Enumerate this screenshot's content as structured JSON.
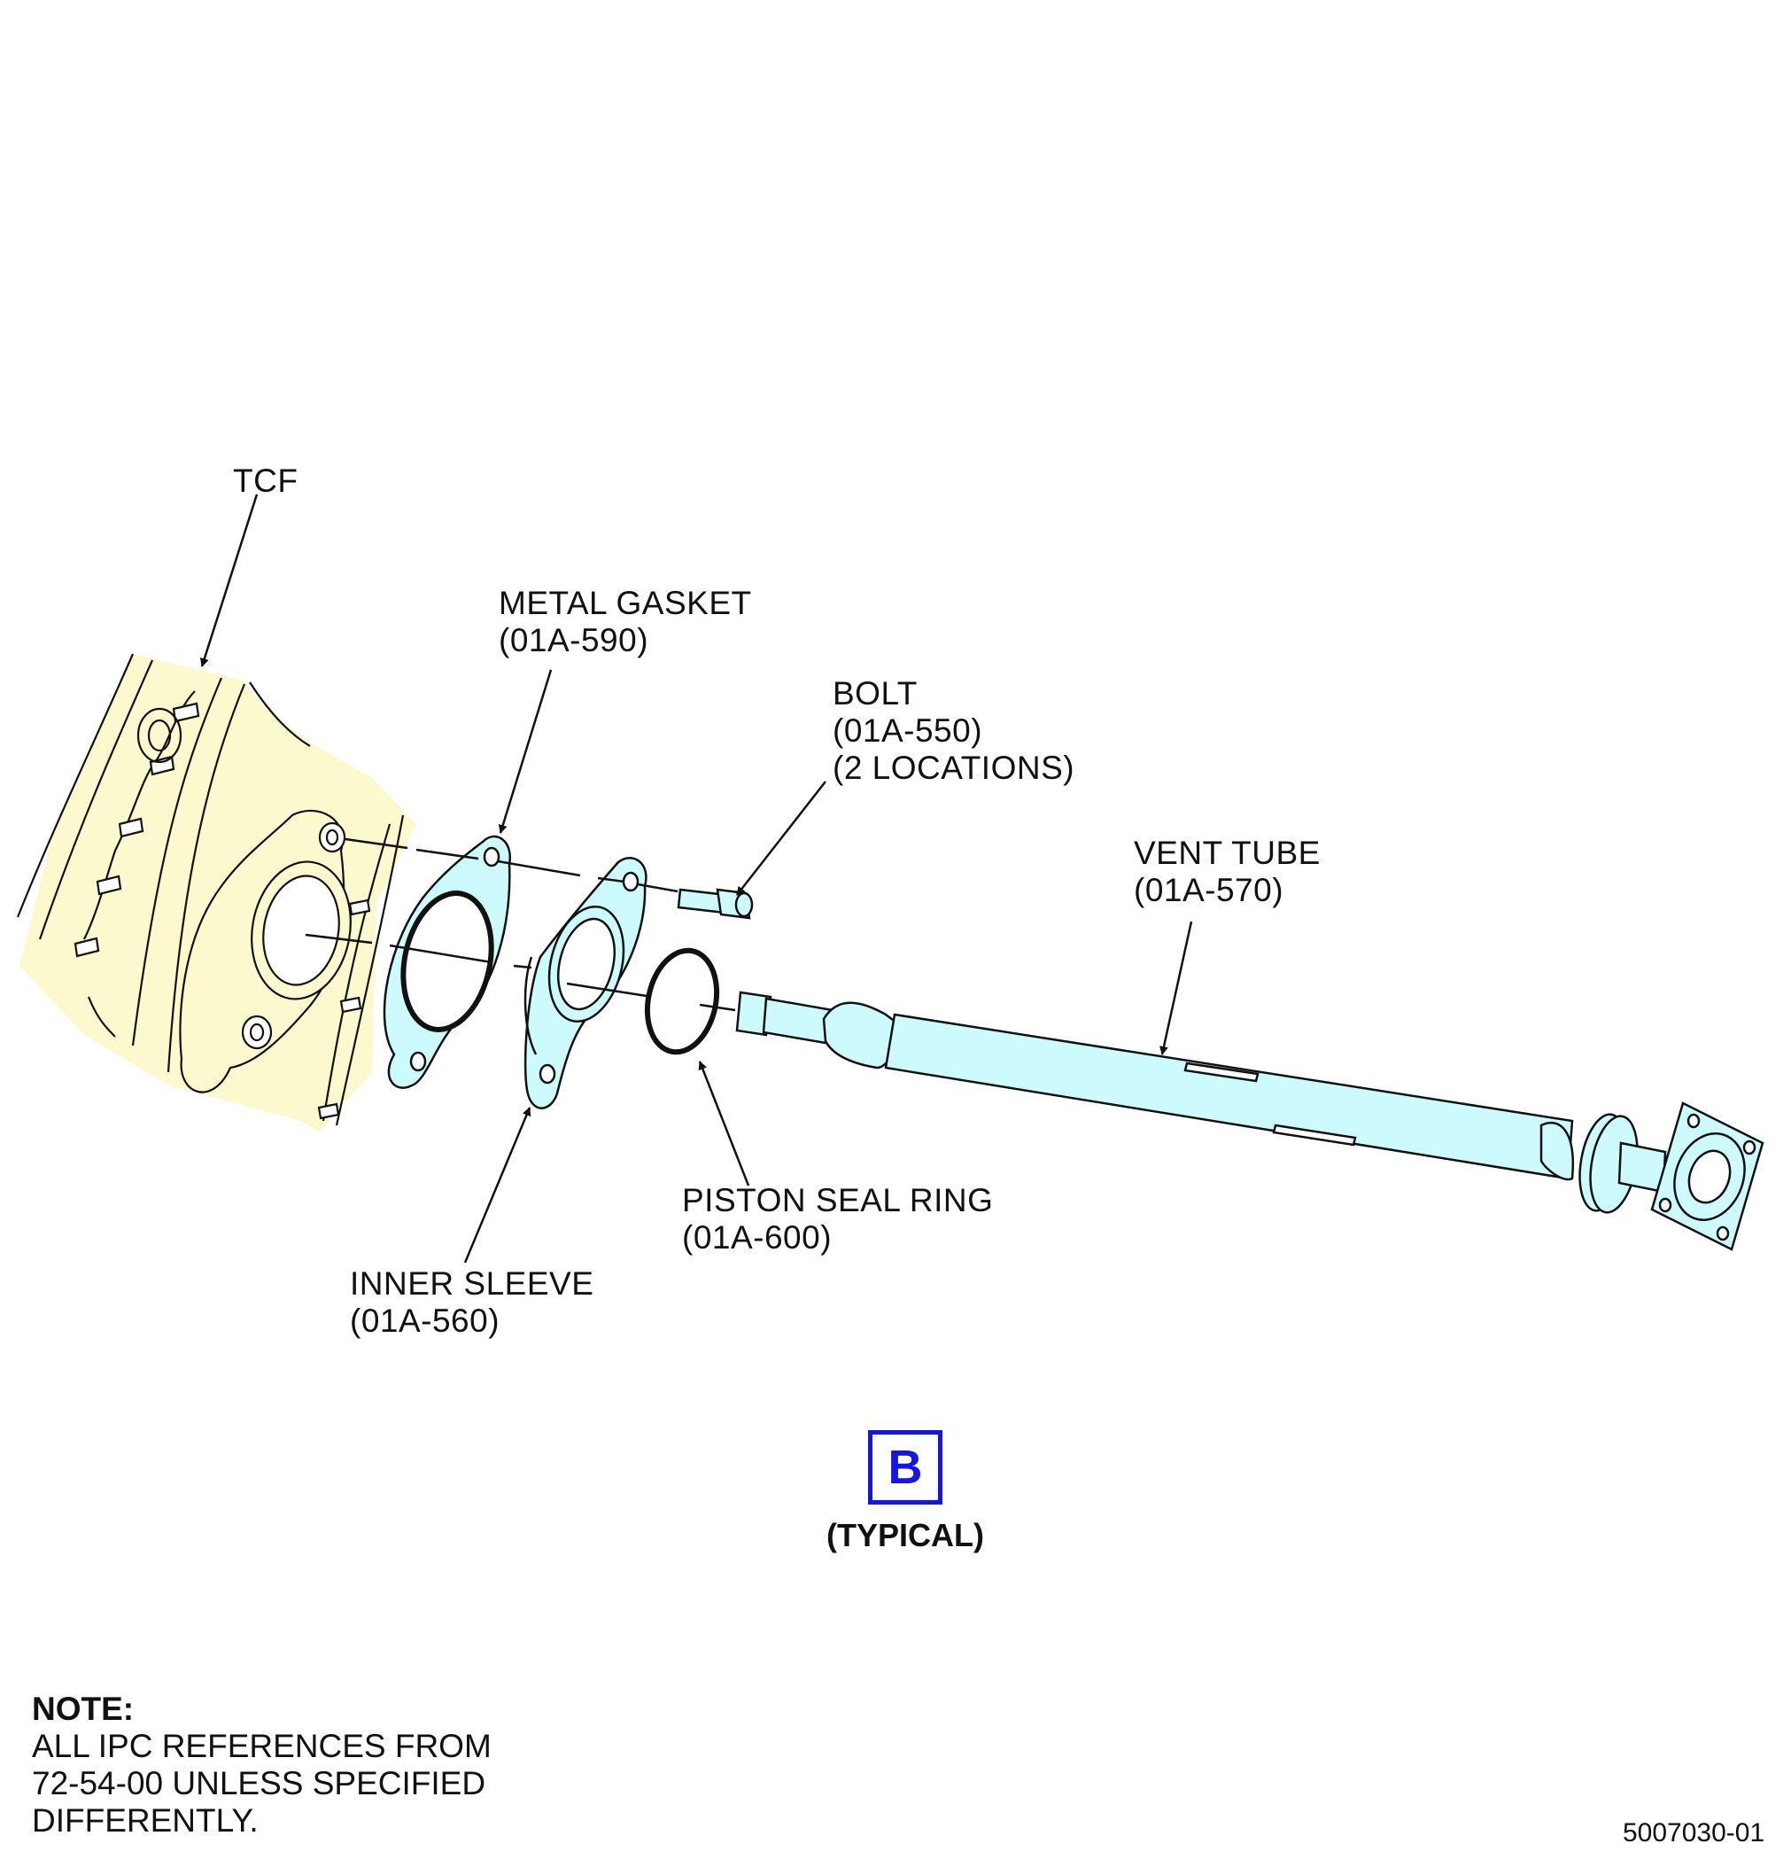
{
  "colors": {
    "tcf_fill": "#fcf9cf",
    "part_fill": "#cdfbfd",
    "line": "#111111",
    "view_accent": "#1515e8"
  },
  "labels": {
    "tcf": [
      "TCF"
    ],
    "metal_gasket": [
      "METAL GASKET",
      "(01A-590)"
    ],
    "bolt": [
      "BOLT",
      "(01A-550)",
      "(2 LOCATIONS)"
    ],
    "vent_tube": [
      "VENT TUBE",
      "(01A-570)"
    ],
    "piston_seal_ring": [
      "PISTON SEAL RING",
      "(01A-600)"
    ],
    "inner_sleeve": [
      "INNER SLEEVE",
      "(01A-560)"
    ]
  },
  "view": {
    "letter": "B",
    "subtitle": "(TYPICAL)"
  },
  "note": {
    "title": "NOTE:",
    "lines": [
      "ALL IPC REFERENCES FROM",
      "72-54-00 UNLESS SPECIFIED",
      "DIFFERENTLY."
    ]
  },
  "document_number": "5007030-01"
}
